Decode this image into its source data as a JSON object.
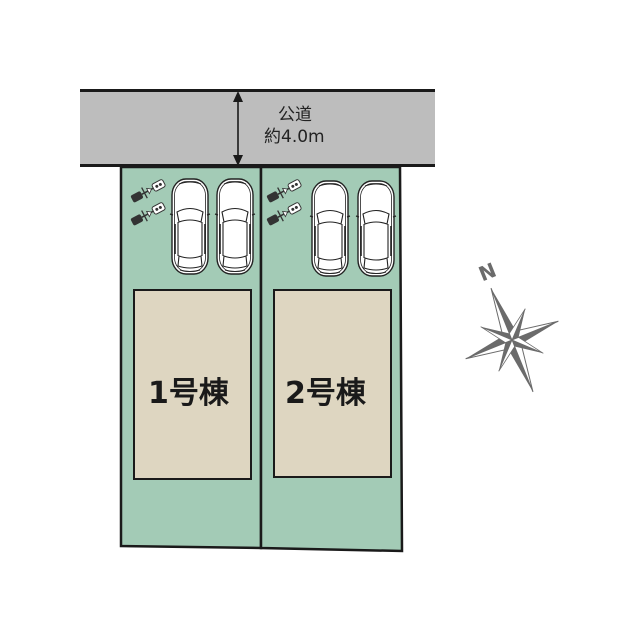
{
  "road": {
    "label_line1": "公道",
    "label_line2": "約4.0m",
    "color": "#bdbdbd"
  },
  "lots": [
    {
      "id": "lot-1",
      "building_label": "1号棟",
      "cars": 2,
      "bicycles": 2
    },
    {
      "id": "lot-2",
      "building_label": "2号棟",
      "cars": 2,
      "bicycles": 2
    }
  ],
  "colors": {
    "lot_fill": "#a3cbb6",
    "building_fill": "#ded6c1",
    "outline": "#1a1a1a",
    "compass": "#6b6b6b"
  },
  "compass": {
    "north_label": "N"
  }
}
